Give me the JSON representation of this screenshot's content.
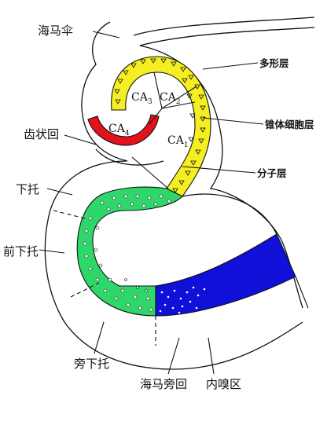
{
  "labels": {
    "hippocampus_crest": "海马伞",
    "dentate_gyrus": "齿状回",
    "subiculum": "下托",
    "presubiculum": "前下托",
    "parasubiculum": "旁下托",
    "parahippocampal_gyrus": "海马旁回",
    "entorhinal_area": "内嗅区",
    "polymorphic_layer": "多形层",
    "pyramidal_layer": "锥体细胞层",
    "molecular_layer": "分子层"
  },
  "ca_regions": {
    "ca3": {
      "base": "CA",
      "sub": "3"
    },
    "ca2": {
      "base": "CA",
      "sub": "2"
    },
    "ca4": {
      "base": "CA",
      "sub": "4"
    },
    "ca1": {
      "base": "CA",
      "sub": "1"
    }
  },
  "colors": {
    "pyramidal_yellow": "#f4ee22",
    "dentate_red": "#e3121b",
    "subiculum_green": "#2ed76a",
    "entorhinal_blue": "#1010d8",
    "outline": "#111111"
  }
}
